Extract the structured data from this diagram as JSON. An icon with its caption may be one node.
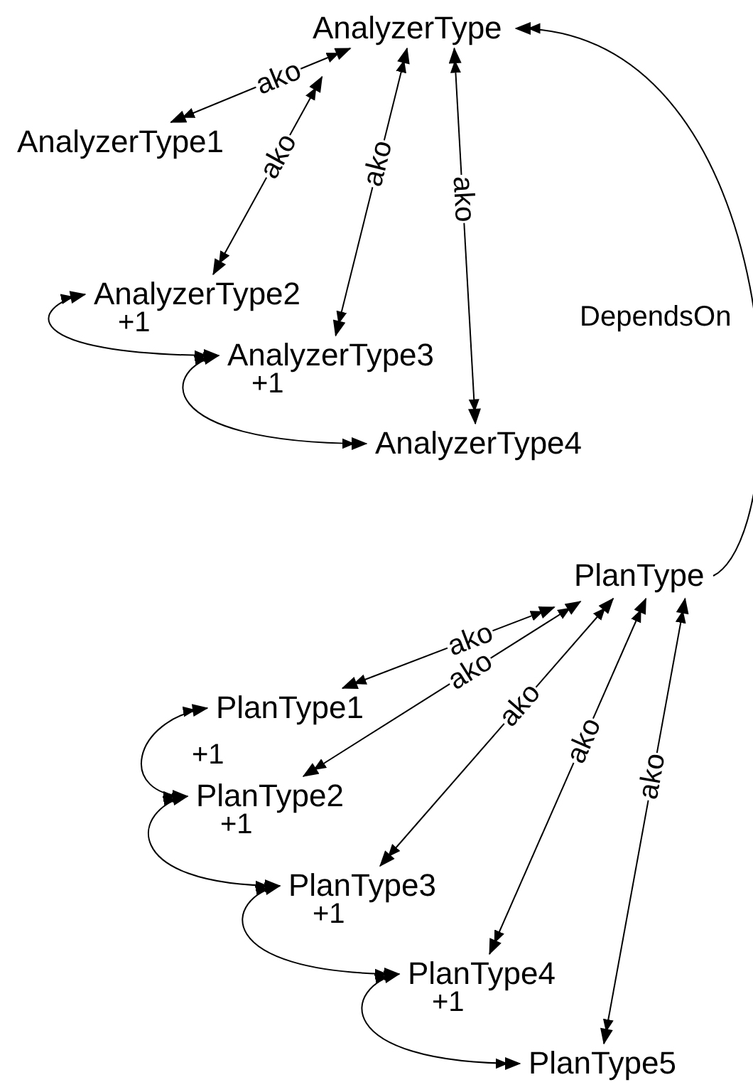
{
  "diagram": {
    "nodes": [
      {
        "text": [
          "AnalyzerType"
        ]
      },
      {
        "text": [
          "AnalyzerType1"
        ]
      },
      {
        "text": [
          "AnalyzerType2"
        ]
      },
      {
        "text": [
          "AnalyzerType3"
        ]
      },
      {
        "text": [
          "AnalyzerType4"
        ]
      },
      {
        "text": [
          "PlanType"
        ]
      },
      {
        "text": [
          "PlanType1"
        ]
      },
      {
        "text": [
          "PlanType2"
        ]
      },
      {
        "text": [
          "PlanType3"
        ]
      },
      {
        "text": [
          "PlanType4"
        ]
      },
      {
        "text": [
          "PlanType5"
        ]
      }
    ],
    "edges": [
      {
        "from": 0,
        "to": 1,
        "arrow": "both",
        "label": "ako"
      },
      {
        "from": 0,
        "to": 2,
        "arrow": "both",
        "label": "ako"
      },
      {
        "from": 0,
        "to": 3,
        "arrow": "both",
        "label": "ako"
      },
      {
        "from": 0,
        "to": 4,
        "arrow": "both",
        "label": "ako"
      },
      {
        "from": 2,
        "to": 3,
        "arrow": "both",
        "label": "+1"
      },
      {
        "from": 3,
        "to": 4,
        "arrow": "both",
        "label": "+1"
      },
      {
        "from": 5,
        "to": 0,
        "arrow": "to",
        "label": "DependsOn"
      },
      {
        "from": 5,
        "to": 6,
        "arrow": "both",
        "label": "ako"
      },
      {
        "from": 5,
        "to": 7,
        "arrow": "both",
        "label": "ako"
      },
      {
        "from": 5,
        "to": 8,
        "arrow": "both",
        "label": "ako"
      },
      {
        "from": 5,
        "to": 9,
        "arrow": "both",
        "label": "ako"
      },
      {
        "from": 5,
        "to": 10,
        "arrow": "both",
        "label": "ako"
      },
      {
        "from": 6,
        "to": 7,
        "arrow": "both",
        "label": "+1"
      },
      {
        "from": 7,
        "to": 8,
        "arrow": "both",
        "label": "+1"
      },
      {
        "from": 8,
        "to": 9,
        "arrow": "both",
        "label": "+1"
      },
      {
        "from": 9,
        "to": 10,
        "arrow": "both",
        "label": "+1"
      }
    ]
  }
}
